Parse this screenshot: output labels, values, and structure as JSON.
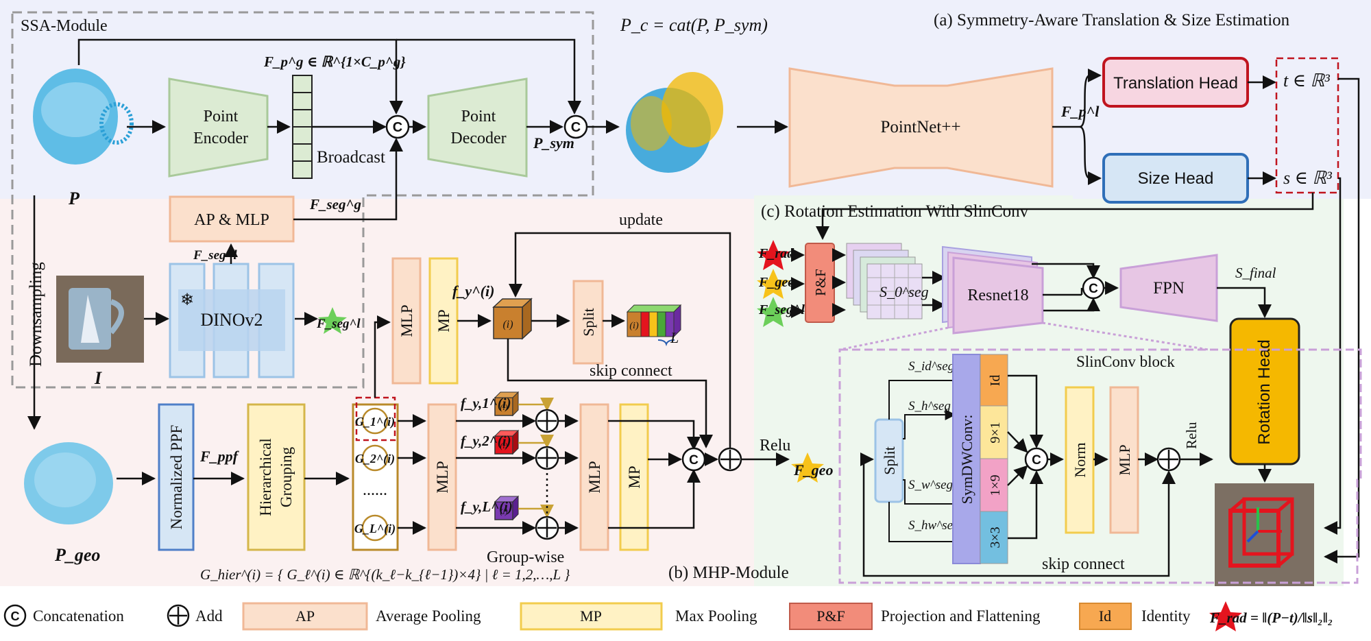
{
  "sections": {
    "ssa": "SSA-Module",
    "a": "(a) Symmetry-Aware Translation & Size Estimation",
    "c": "(c) Rotation Estimation With SlinConv",
    "b": "(b) MHP-Module",
    "slin": "SlinConv block"
  },
  "ssa": {
    "point_encoder": [
      "Point",
      "Encoder"
    ],
    "point_decoder": [
      "Point",
      "Decoder"
    ],
    "broadcast": "Broadcast",
    "ap_mlp": "AP & MLP",
    "dinov2": "DINOv2",
    "fpg": "F_p^g ∈ ℝ^{1×C_p^g}",
    "fsegg": "F_seg^g",
    "fsegl": "F_seg^l",
    "psym": "P_sym",
    "p": "P",
    "i": "I",
    "downsampling": "Downsampling",
    "pc": "P_c = cat(P, P_sym)"
  },
  "trans": {
    "pointnet": "PointNet++",
    "fpl": "F_p^l",
    "translation_head": "Translation Head",
    "size_head": "Size Head",
    "t": "t ∈ ℝ³",
    "s": "s ∈ ℝ³"
  },
  "rot": {
    "frad": "F_rad",
    "fgeo": "F_geo",
    "fsegl": "F_seg^l",
    "pf": "P&F",
    "s0": "S_0^seg",
    "resnet": "Resnet18",
    "fpn": "FPN",
    "sfinal": "S_final",
    "rotation_head": "Rotation Head"
  },
  "slin": {
    "split": "Split",
    "symdw": "SymDWConv:",
    "id": "Id",
    "k91": "9×1",
    "k19": "1×9",
    "k33": "3×3",
    "norm": "Norm",
    "mlp": "MLP",
    "relu": "Relu",
    "skip": "skip connect",
    "sid": "S_id^seg",
    "sh": "S_h^seg",
    "sw": "S_w^seg",
    "shw": "S_hw^seg"
  },
  "mhp": {
    "norm_ppf": "Normalized PPF",
    "fppf": "F_ppf",
    "hier": [
      "Hierarchical",
      "Grouping"
    ],
    "mlp": "MLP",
    "mp": "MP",
    "split": "Split",
    "update": "update",
    "skip": "skip connect",
    "relu": "Relu",
    "fgeo": "F_geo",
    "pgeo": "P_geo",
    "group_wise": "Group-wise",
    "fy": "f_y^(i)",
    "fy1": "f_y,1^(i)",
    "fy2": "f_y,2^(i)",
    "fyl": "f_y,L^(i)",
    "L": "L",
    "hier_formula": "G_hier^(i) = { G_ℓ^(i) ∈ ℝ^{(k_ℓ−k_{ℓ−1})×4} | ℓ = 1,2,…,L }",
    "g1": "G_1^(i)",
    "g2": "G_2^(i)",
    "gl": "G_L^(i)",
    "idx": "(i)"
  },
  "legend": {
    "concat": "Concatenation",
    "add": "Add",
    "ap": "AP",
    "ap_desc": "Average Pooling",
    "mp": "MP",
    "mp_desc": "Max Pooling",
    "pf": "P&F",
    "pf_desc": "Projection and Flattening",
    "id": "Id",
    "id_desc": "Identity",
    "frad_formula": "F_rad = ‖(P−t)/‖s‖₂‖₂"
  },
  "colors": {
    "green_fill": "#dcebd3",
    "green_stroke": "#a9c99a",
    "orange_fill": "#fbe0cc",
    "orange_stroke": "#f0b896",
    "yellow_fill": "#fff2c4",
    "yellow_stroke": "#f2cc4d",
    "blue_fill": "#d6e6f5",
    "blue_stroke": "#5b8fcb",
    "red_stroke": "#c0141e",
    "pink_fill": "#f7d6e1",
    "purple_fill": "#e7c6e4",
    "gold": "#f2b800"
  }
}
